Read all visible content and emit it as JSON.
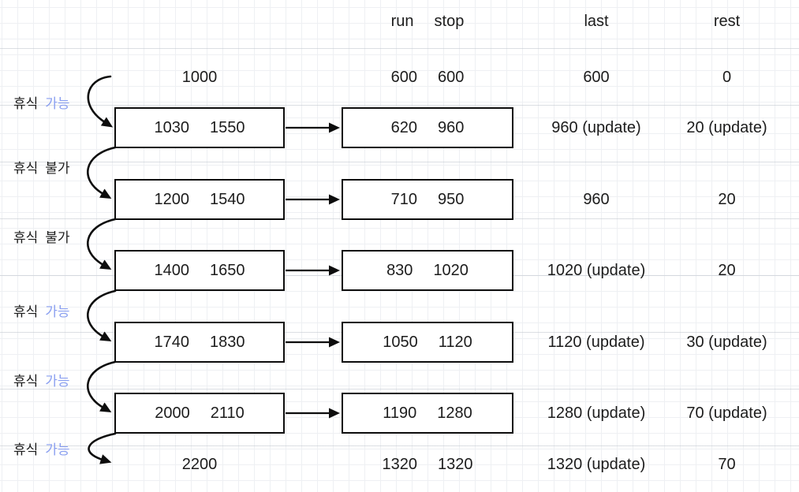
{
  "palette": {
    "ink": "#1c1c1c",
    "accent_blue": "#8a9ff0",
    "box_border": "#0d0d0d",
    "grid_minor": "#eef0f3",
    "grid_major": "#bec4cc"
  },
  "headers": {
    "run": "run",
    "stop": "stop",
    "last": "last",
    "rest": "rest"
  },
  "side_labels": [
    {
      "prefix": "휴식",
      "status": "가능",
      "color": "#8a9ff0"
    },
    {
      "prefix": "휴식",
      "status": "불가",
      "color": "#1c1c1c"
    },
    {
      "prefix": "휴식",
      "status": "불가",
      "color": "#1c1c1c"
    },
    {
      "prefix": "휴식",
      "status": "가능",
      "color": "#8a9ff0"
    },
    {
      "prefix": "휴식",
      "status": "가능",
      "color": "#8a9ff0"
    },
    {
      "prefix": "휴식",
      "status": "가능",
      "color": "#8a9ff0"
    }
  ],
  "rows": [
    {
      "start": "1000",
      "end": "",
      "run": "600",
      "stop": "600",
      "last": "600",
      "rest": "0"
    },
    {
      "start": "1030",
      "end": "1550",
      "run": "620",
      "stop": "960",
      "last": "960 (update)",
      "rest": "20 (update)"
    },
    {
      "start": "1200",
      "end": "1540",
      "run": "710",
      "stop": "950",
      "last": "960",
      "rest": "20"
    },
    {
      "start": "1400",
      "end": "1650",
      "run": "830",
      "stop": "1020",
      "last": "1020 (update)",
      "rest": "20"
    },
    {
      "start": "1740",
      "end": "1830",
      "run": "1050",
      "stop": "1120",
      "last": "1120 (update)",
      "rest": "30 (update)"
    },
    {
      "start": "2000",
      "end": "2110",
      "run": "1190",
      "stop": "1280",
      "last": "1280 (update)",
      "rest": "70 (update)"
    },
    {
      "start": "2200",
      "end": "",
      "run": "1320",
      "stop": "1320",
      "last": "1320 (update)",
      "rest": "70"
    }
  ]
}
